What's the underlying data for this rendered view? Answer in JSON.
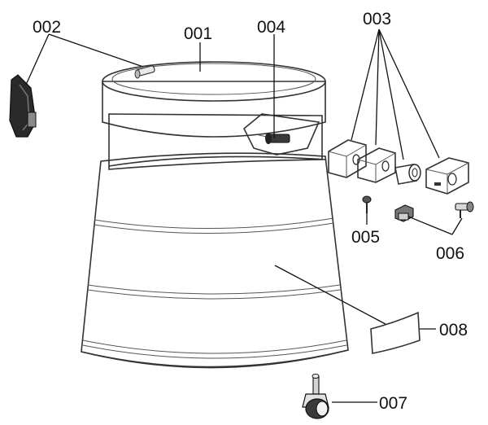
{
  "labels": {
    "p001": "001",
    "p002": "002",
    "p003": "003",
    "p004": "004",
    "p005": "005",
    "p006": "006",
    "p007": "007",
    "p008": "008"
  },
  "colors": {
    "line": "#111111",
    "body_fill": "#f4f4f4",
    "shade": "#cfcfcf",
    "dark": "#1a1a1a"
  }
}
